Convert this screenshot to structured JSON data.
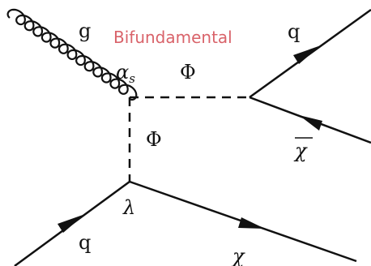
{
  "diagram": {
    "title": "Bifundamental",
    "title_color": "#d9636a",
    "line_color": "#111111",
    "labels": {
      "gluon": "g",
      "coupling_symbol": "α",
      "coupling_subscript": "s",
      "mediator_top": "Φ",
      "mediator_vertical": "Φ",
      "out_quark": "q",
      "out_antichi": "χ",
      "yukawa": "λ",
      "in_quark": "q",
      "out_chi": "χ"
    }
  }
}
